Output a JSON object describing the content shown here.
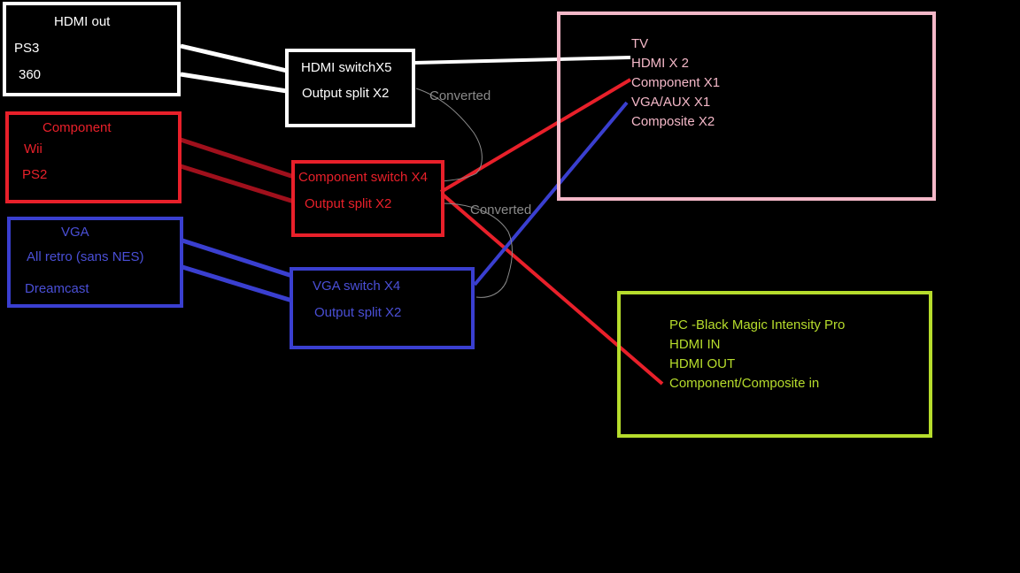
{
  "colors": {
    "hdmi": "#ffffff",
    "component": "#e8202a",
    "component_dark": "#a0101c",
    "vga": "#3a3fd0",
    "tv": "#f4b8c8",
    "pc": "#b6dc2c",
    "converted": "#8a8a8a"
  },
  "sources": {
    "hdmi": {
      "title": "HDMI out",
      "items": [
        "PS3",
        "360"
      ]
    },
    "component": {
      "title": "Component",
      "items": [
        "Wii",
        "PS2"
      ]
    },
    "vga": {
      "title": "VGA",
      "items": [
        "All retro (sans NES)",
        "Dreamcast"
      ]
    }
  },
  "switches": {
    "hdmi": {
      "line1": "HDMI switchX5",
      "line2": "Output split X2"
    },
    "component": {
      "line1": "Component switch X4",
      "line2": "Output split X2"
    },
    "vga": {
      "line1": "VGA switch X4",
      "line2": "Output split X2"
    }
  },
  "converted_labels": [
    "Converted",
    "Converted"
  ],
  "tv": {
    "title": "TV",
    "inputs": [
      "HDMI X 2",
      "Component X1",
      "VGA/AUX X1",
      "Composite X2"
    ]
  },
  "pc": {
    "title": "PC -Black Magic Intensity Pro",
    "inputs": [
      "HDMI IN",
      "HDMI OUT",
      "Component/Composite in"
    ]
  }
}
